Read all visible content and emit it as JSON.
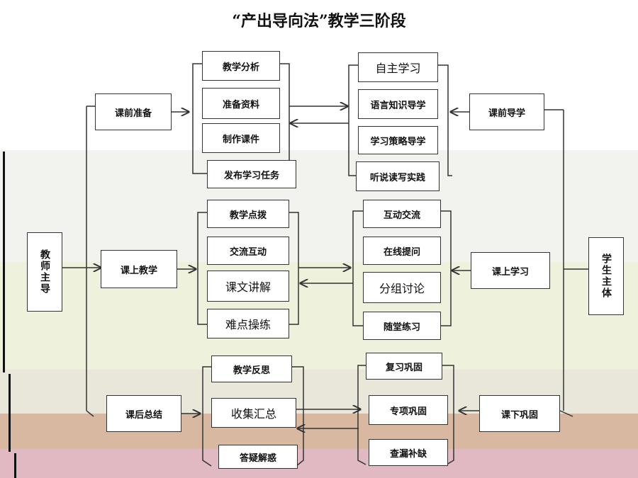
{
  "title": "“产出导向法”教学三阶段",
  "left_root": "教师主导",
  "right_root": "学生主体",
  "colors": {
    "band_upper": "#f2f2ee",
    "band_green": "#eef1dc",
    "band_grey": "#e9e7da",
    "band_brown": "#d9b8a2",
    "band_pink": "#e0b9c2",
    "line": "#333333"
  },
  "stages": [
    {
      "teacher": "课前准备",
      "teacher_items": [
        "教学分析",
        "准备资料",
        "制作课件",
        "发布学习任务"
      ],
      "student": "课前导学",
      "student_items": [
        "自主学习",
        "语言知识导学",
        "学习策略导学",
        "听说读写实践"
      ]
    },
    {
      "teacher": "课上教学",
      "teacher_items": [
        "教学点拨",
        "交流互动",
        "课文讲解",
        "难点操练"
      ],
      "student": "课上学习",
      "student_items": [
        "互动交流",
        "在线提问",
        "分组讨论",
        "随堂练习"
      ]
    },
    {
      "teacher": "课后总结",
      "teacher_items": [
        "教学反思",
        "收集汇总",
        "答疑解惑"
      ],
      "student": "课下巩固",
      "student_items": [
        "复习巩固",
        "专项巩固",
        "查漏补缺"
      ]
    }
  ]
}
